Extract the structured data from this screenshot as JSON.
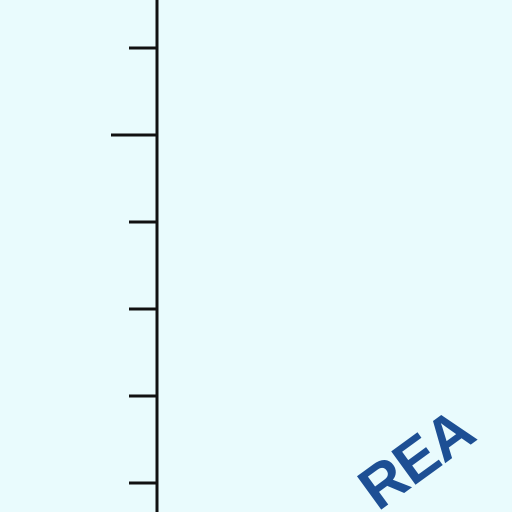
{
  "map": {
    "background_color": "#e9fbfd",
    "line_color": "#111111",
    "label_color": "#1d4f94",
    "region_label": "REA",
    "scale_ticks": [
      {
        "kind": "minor"
      },
      {
        "kind": "major"
      },
      {
        "kind": "minor"
      },
      {
        "kind": "minor"
      },
      {
        "kind": "minor"
      },
      {
        "kind": "minor"
      }
    ]
  }
}
